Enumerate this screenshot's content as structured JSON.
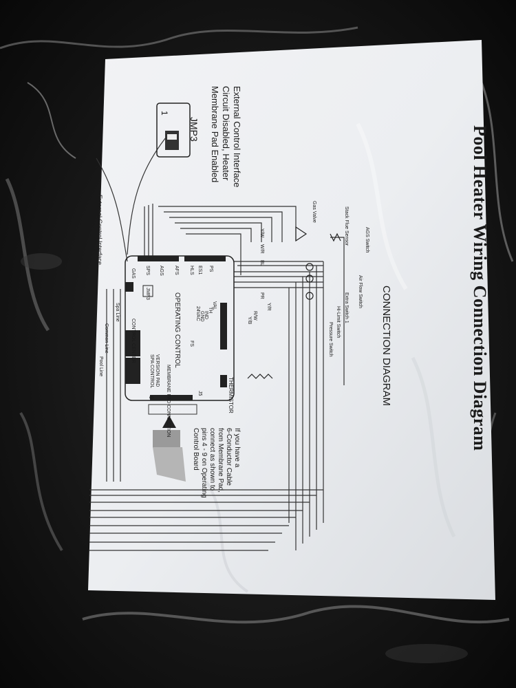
{
  "document": {
    "title": "Pool Heater Wiring Connection Diagram",
    "subtitle": "CONNECTION DIAGRAM",
    "jumper": {
      "label": "JMP3",
      "pin_one": "1"
    },
    "external_note": [
      "External Control Interface",
      "Circuit Disabled, Heater",
      "Membrane Pad Enabled"
    ],
    "external_interface_label": "External Control Interface",
    "cable_note": [
      "If you have a",
      "6-Conductor Cable",
      "from Membrane Pad,",
      "connect as shown to",
      "pins 4 - 9 on Operating",
      "Control Board"
    ],
    "operating_control": "OPERATING CONTROL",
    "thermistor": "THERMISTOR",
    "components": [
      "Gas Valve",
      "Stack Flue Sensor",
      "AGS Switch",
      "Air Flow Switch",
      "Extra Switch 1",
      "Hi-Limit Switch",
      "Pressure Switch"
    ],
    "board_labels": [
      "GAS",
      "SPS",
      "AGS",
      "AFS",
      "HLS",
      "ES1",
      "PS",
      "VAL",
      "TH",
      "IND",
      "GND",
      "24VAC",
      "FS",
      "JMP3",
      "J5",
      "9",
      "CONTROL CENTER",
      "VERSION PAD",
      "SPA CONTROL",
      "MEMBRANE PAD CONNECTION"
    ],
    "interface_lines": [
      "Spa Line",
      "Common Line",
      "Pool Line"
    ],
    "wire_colors": [
      "Y/W",
      "W/R",
      "BL",
      "PR",
      "Y/R",
      "R/W",
      "Y/B"
    ]
  }
}
